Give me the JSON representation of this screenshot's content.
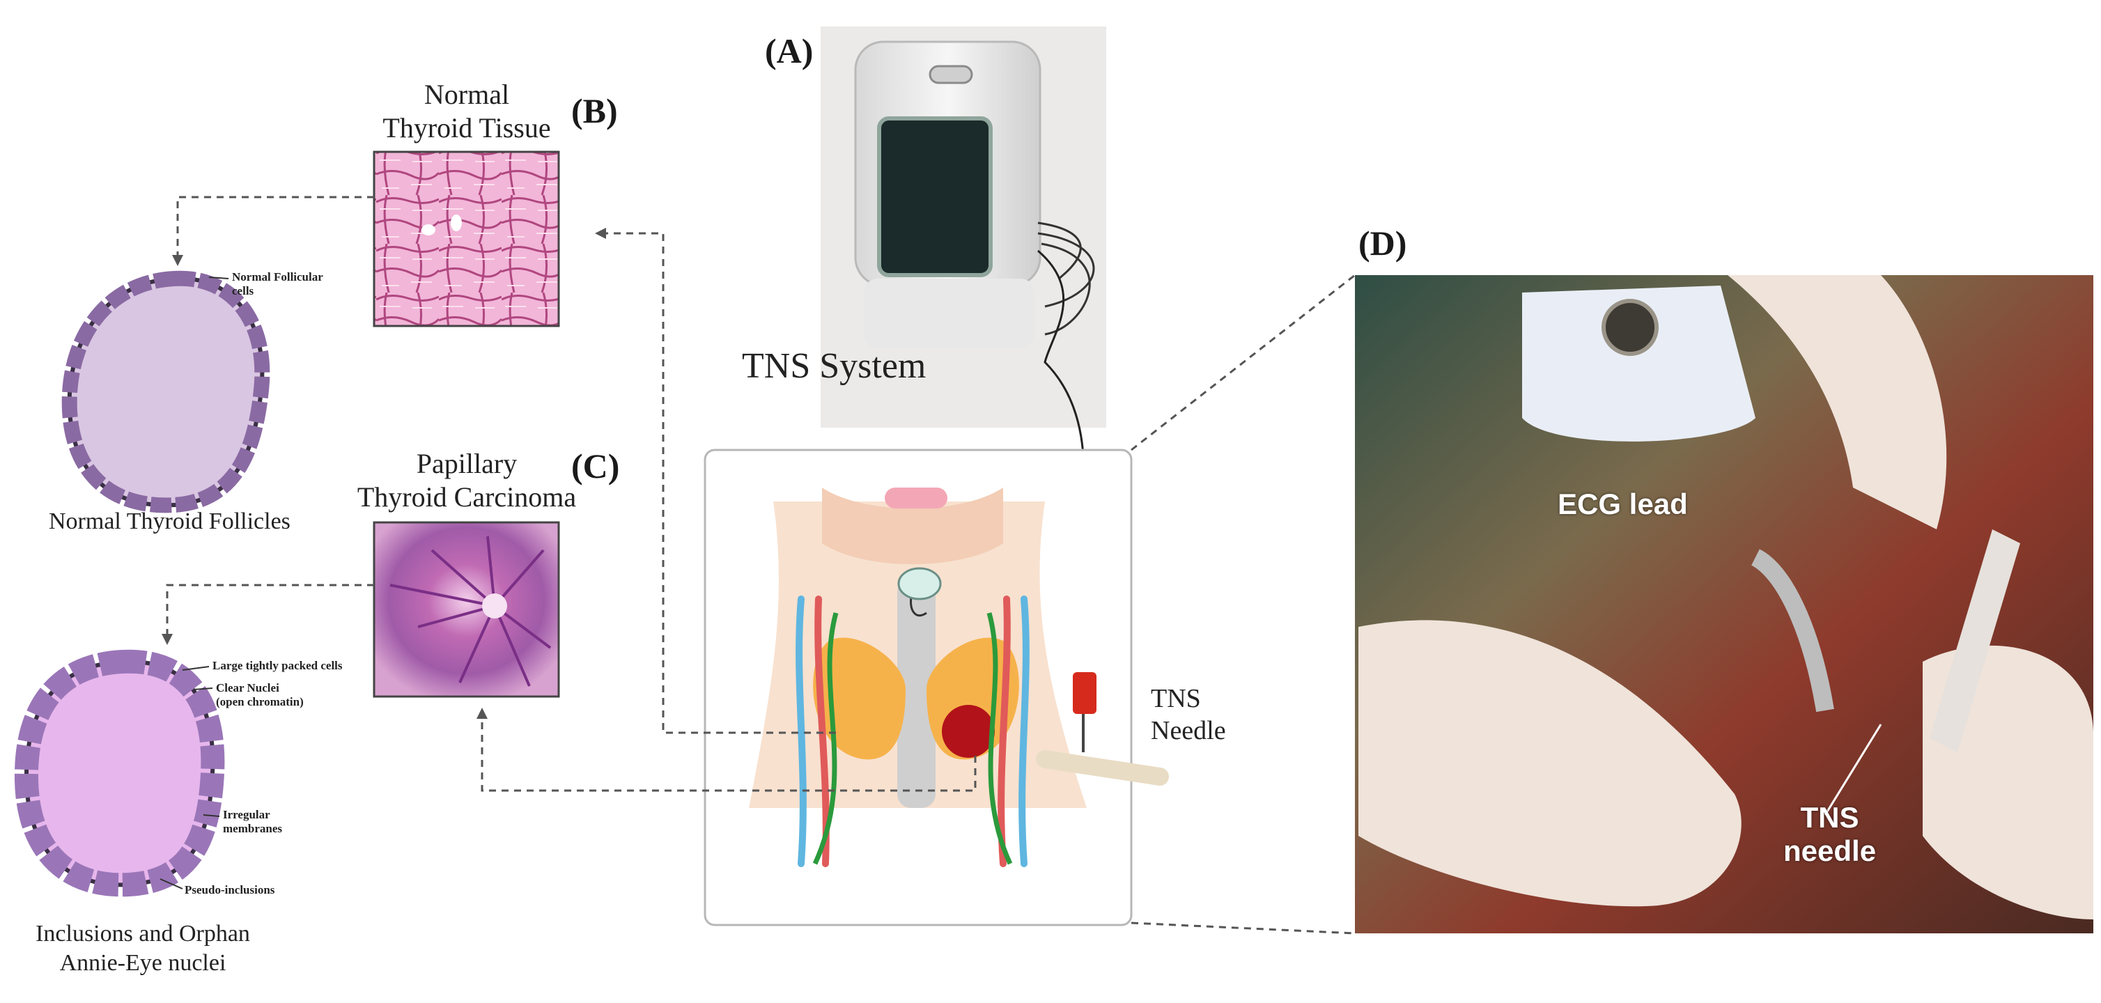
{
  "panels": {
    "a": {
      "letter": "(A)",
      "caption": "TNS System"
    },
    "b": {
      "letter": "(B)",
      "title_line1": "Normal",
      "title_line2": "Thyroid Tissue"
    },
    "c": {
      "letter": "(C)",
      "title_line1": "Papillary",
      "title_line2": "Thyroid Carcinoma"
    },
    "d": {
      "letter": "(D)",
      "ecg_label": "ECG lead",
      "needle_label_line1": "TNS",
      "needle_label_line2": "needle"
    }
  },
  "neck_diagram": {
    "needle_label_line1": "TNS",
    "needle_label_line2": "Needle"
  },
  "normal_follicle": {
    "caption": "Normal Thyroid Follicles",
    "annotation_line1": "Normal Follicular",
    "annotation_line2": "cells"
  },
  "carcinoma_follicle": {
    "caption_line1": "Inclusions and Orphan",
    "caption_line2": "Annie-Eye nuclei",
    "annotations": [
      {
        "line1": "Large tightly packed cells",
        "line2": ""
      },
      {
        "line1": "Clear Nuclei",
        "line2": "(open chromatin)"
      },
      {
        "line1": "Irregular",
        "line2": "membranes"
      },
      {
        "line1": "Pseudo-inclusions",
        "line2": ""
      }
    ]
  },
  "colors": {
    "follicle_fill_normal": "#d9c6e2",
    "follicle_fill_carcinoma": "#e7b6ec",
    "cell_fill": "#8a6aa3",
    "histology_pink": "#e8a0c8",
    "surgical_tissue": "#b23a2a",
    "glove": "#efe3da"
  }
}
